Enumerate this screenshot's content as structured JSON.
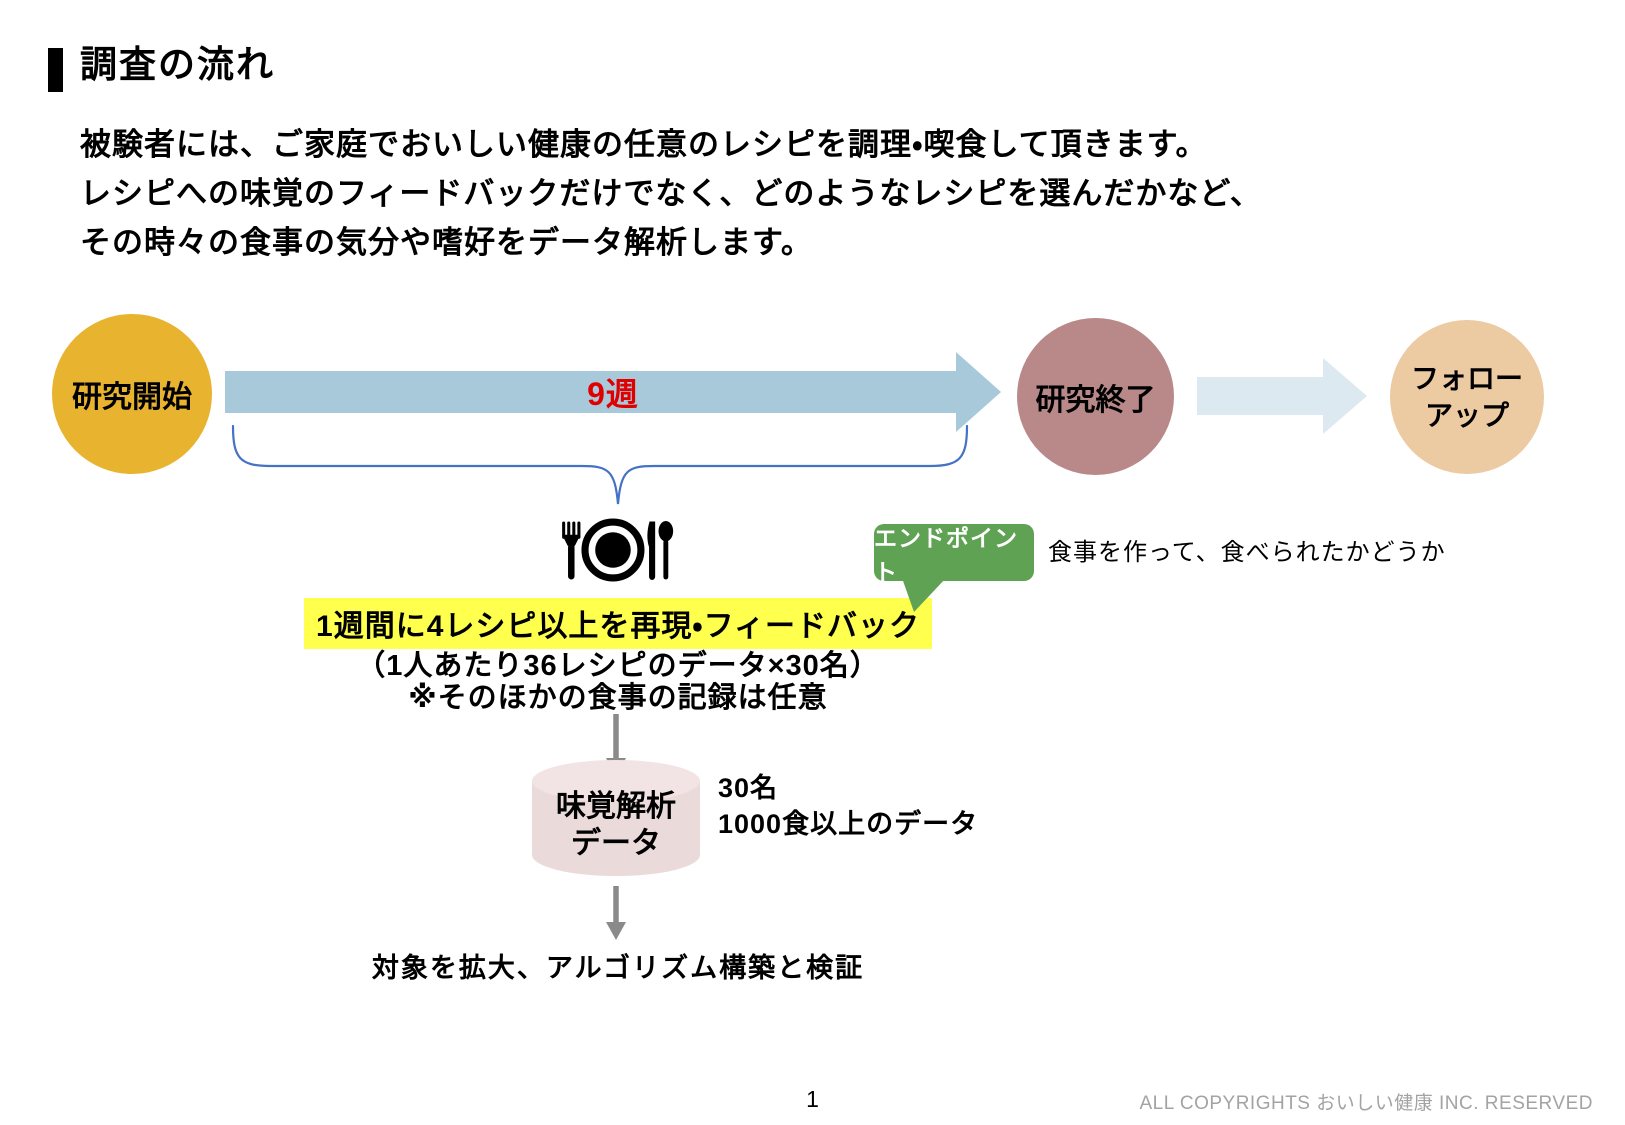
{
  "slide": {
    "title": "調査の流れ",
    "intro_lines": [
      "被験者には、ご家庭でおいしい健康の任意のレシピを調理・喫食して頂きます。",
      "レシピへの味覚のフィードバックだけでなく、どのようなレシピを選んだかなど、",
      "その時々の食事の気分や嗜好をデータ解析します。"
    ],
    "footer": {
      "page_number": "1",
      "copyright": "ALL COPYRIGHTS おいしい健康 INC. RESERVED"
    }
  },
  "flow": {
    "start_circle": {
      "label": "研究開始",
      "color": "#e8b32e"
    },
    "duration_arrow": {
      "label": "9週",
      "label_color": "#e00000",
      "color": "#a7c9da"
    },
    "end_circle": {
      "label": "研究終了",
      "color": "#b98989"
    },
    "followup_arrow": {
      "color": "#dde9f1"
    },
    "followup_circle": {
      "label_line1": "フォロー",
      "label_line2": "アップ",
      "color": "#eccaa2"
    },
    "brace_color": "#4472c4"
  },
  "detail": {
    "meal_icon": "plate-fork-knife-spoon-icon",
    "endpoint_badge": {
      "label": "エンドポイント",
      "color": "#5fa253"
    },
    "endpoint_note": "食事を作って、食べられたかどうか",
    "highlight_line": "1週間に4レシピ以上を再現・フィードバック",
    "highlight_color": "#ffff4d",
    "sub_line_1": "（1人あたり36レシピのデータ×30名）",
    "sub_line_2": "※そのほかの食事の記録は任意"
  },
  "database": {
    "label_line1": "味覚解析",
    "label_line2": "データ",
    "side_note_line1": "30名",
    "side_note_line2": "1000食以上のデータ",
    "color": "#eadada",
    "arrow_color": "#8a8a8a"
  },
  "outcome": {
    "label": "対象を拡大、アルゴリズム構築と検証"
  }
}
